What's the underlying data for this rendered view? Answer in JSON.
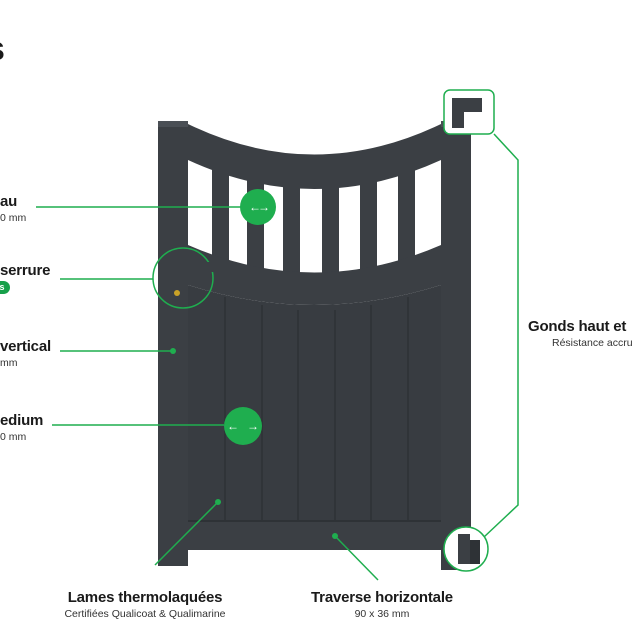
{
  "page_title_fragment": "s",
  "labels": {
    "barreau": {
      "title": "au",
      "sub": "0 mm"
    },
    "serrure": {
      "title": "serrure",
      "badge": "s"
    },
    "vertical": {
      "title": "vertical",
      "sub": "mm"
    },
    "medium": {
      "title": "edium",
      "sub": "0 mm"
    },
    "gonds": {
      "title": "Gonds haut et",
      "sub": "Résistance accru"
    },
    "lames": {
      "title": "Lames thermolaquées",
      "sub": "Certifiées Qualicoat & Qualimarine"
    },
    "traverse": {
      "title": "Traverse horizontale",
      "sub": "90 x 36 mm"
    }
  },
  "colors": {
    "gate": "#3b3f44",
    "gate_dark": "#2e3236",
    "accent": "#1fae4f",
    "text": "#1a1a1a"
  }
}
